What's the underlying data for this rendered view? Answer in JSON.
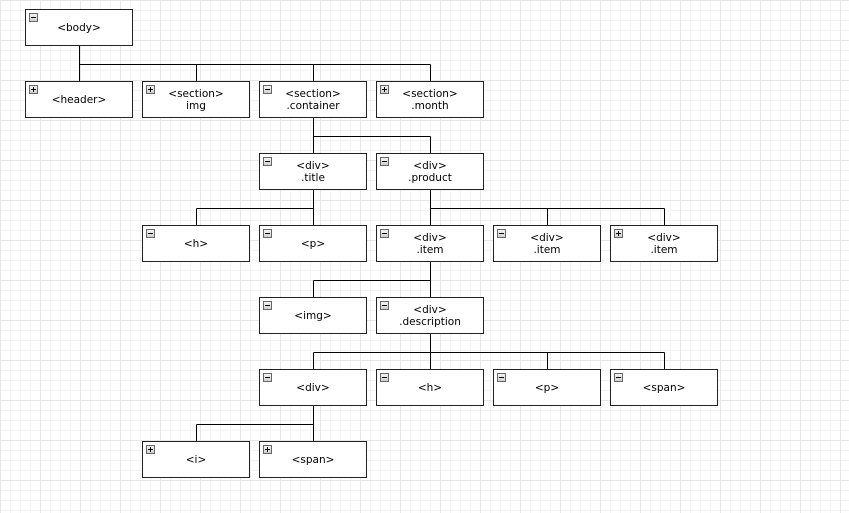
{
  "nodes": [
    {
      "id": "body",
      "lines": [
        "<body>"
      ],
      "toggle": "minus"
    },
    {
      "id": "header",
      "lines": [
        "<header>"
      ],
      "toggle": "plus"
    },
    {
      "id": "section-img",
      "lines": [
        "<section>",
        "img"
      ],
      "toggle": "plus"
    },
    {
      "id": "section-container",
      "lines": [
        "<section>",
        ".container"
      ],
      "toggle": "minus"
    },
    {
      "id": "section-month",
      "lines": [
        "<section>",
        ".month"
      ],
      "toggle": "plus"
    },
    {
      "id": "div-title",
      "lines": [
        "<div>",
        ".title"
      ],
      "toggle": "minus"
    },
    {
      "id": "div-product",
      "lines": [
        "<div>",
        ".product"
      ],
      "toggle": "minus"
    },
    {
      "id": "h-title",
      "lines": [
        "<h>"
      ],
      "toggle": "minus"
    },
    {
      "id": "p-title",
      "lines": [
        "<p>"
      ],
      "toggle": "minus"
    },
    {
      "id": "div-item-1",
      "lines": [
        "<div>",
        ".item"
      ],
      "toggle": "minus"
    },
    {
      "id": "div-item-2",
      "lines": [
        "<div>",
        ".item"
      ],
      "toggle": "minus"
    },
    {
      "id": "div-item-3",
      "lines": [
        "<div>",
        ".item"
      ],
      "toggle": "plus"
    },
    {
      "id": "img-item",
      "lines": [
        "<img>"
      ],
      "toggle": "minus"
    },
    {
      "id": "div-description",
      "lines": [
        "<div>",
        ".description"
      ],
      "toggle": "minus"
    },
    {
      "id": "div-desc",
      "lines": [
        "<div>"
      ],
      "toggle": "minus"
    },
    {
      "id": "h-desc",
      "lines": [
        "<h>"
      ],
      "toggle": "minus"
    },
    {
      "id": "p-desc",
      "lines": [
        "<p>"
      ],
      "toggle": "minus"
    },
    {
      "id": "span-desc",
      "lines": [
        "<span>"
      ],
      "toggle": "minus"
    },
    {
      "id": "i-inner",
      "lines": [
        "<i>"
      ],
      "toggle": "plus"
    },
    {
      "id": "span-inner",
      "lines": [
        "<span>"
      ],
      "toggle": "plus"
    }
  ],
  "edges": [
    [
      "body",
      "header"
    ],
    [
      "body",
      "section-img"
    ],
    [
      "body",
      "section-container"
    ],
    [
      "body",
      "section-month"
    ],
    [
      "section-container",
      "div-title"
    ],
    [
      "section-container",
      "div-product"
    ],
    [
      "div-title",
      "h-title"
    ],
    [
      "div-title",
      "p-title"
    ],
    [
      "div-product",
      "div-item-1"
    ],
    [
      "div-product",
      "div-item-2"
    ],
    [
      "div-product",
      "div-item-3"
    ],
    [
      "div-item-1",
      "img-item"
    ],
    [
      "div-item-1",
      "div-description"
    ],
    [
      "div-description",
      "div-desc"
    ],
    [
      "div-description",
      "h-desc"
    ],
    [
      "div-description",
      "p-desc"
    ],
    [
      "div-description",
      "span-desc"
    ],
    [
      "div-desc",
      "i-inner"
    ],
    [
      "div-desc",
      "span-inner"
    ]
  ],
  "colors": {
    "line": "#000000",
    "border": "#222222",
    "node_fill": "#ffffff"
  }
}
